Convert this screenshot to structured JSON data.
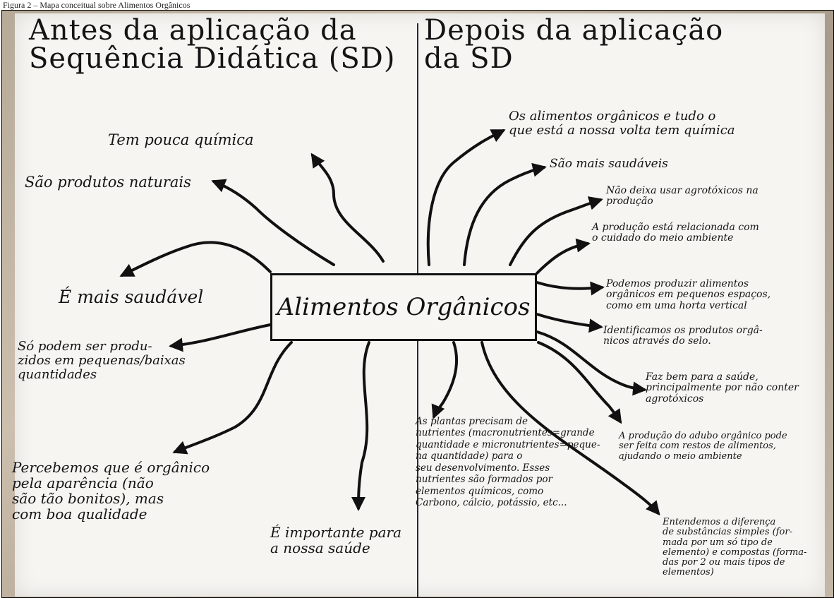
{
  "caption": "Figura 2 – Mapa conceitual sobre Alimentos Orgânicos",
  "left_title": "Antes da aplicação da\nSequência Didática (SD)",
  "right_title": "Depois da aplicação\nda SD",
  "center": "Alimentos Orgânicos",
  "left_items": [
    "Tem pouca química",
    "São produtos naturais",
    "É mais saudável",
    "Só podem ser produ-\nzidos em pequenas/baixas\nquantidades",
    "Percebemos que é orgânico\npela aparência (não\nsão tão bonitos), mas\ncom boa qualidade",
    "É importante para\na nossa saúde"
  ],
  "right_items": [
    "Os alimentos orgânicos e tudo o\nque está a nossa volta tem química",
    "São mais saudáveis",
    "Não deixa usar agrotóxicos na\nprodução",
    "A produção está relacionada com\no cuidado do meio ambiente",
    "Podemos produzir alimentos\norgânicos em pequenos espaços,\ncomo em uma horta vertical",
    "Identificamos os produtos orgâ-\nnicos através do selo.",
    "Faz bem para a saúde,\nprincipalmente por não conter\nagrotóxicos",
    "A produção do adubo orgânico pode\nser feita com restos de alimentos,\najudando o meio ambiente",
    "As plantas precisam de\nnutrientes (macronutrientes=grande\nquantidade e micronutrientes=peque-\nna quantidade) para o\nseu desenvolvimento. Esses\nnutrientes são formados por\nelementos químicos, como\nCarbono, cálcio, potássio, etc...",
    "Entendemos a diferença\nde substâncias simples (for-\nmada por um só tipo de\nelemento) e compostas (forma-\ndas por 2 ou mais tipos de\nelementos)"
  ],
  "colors": {
    "ink": "#111111",
    "paper": "#f6f5f2",
    "background": "#b9ac9b"
  }
}
